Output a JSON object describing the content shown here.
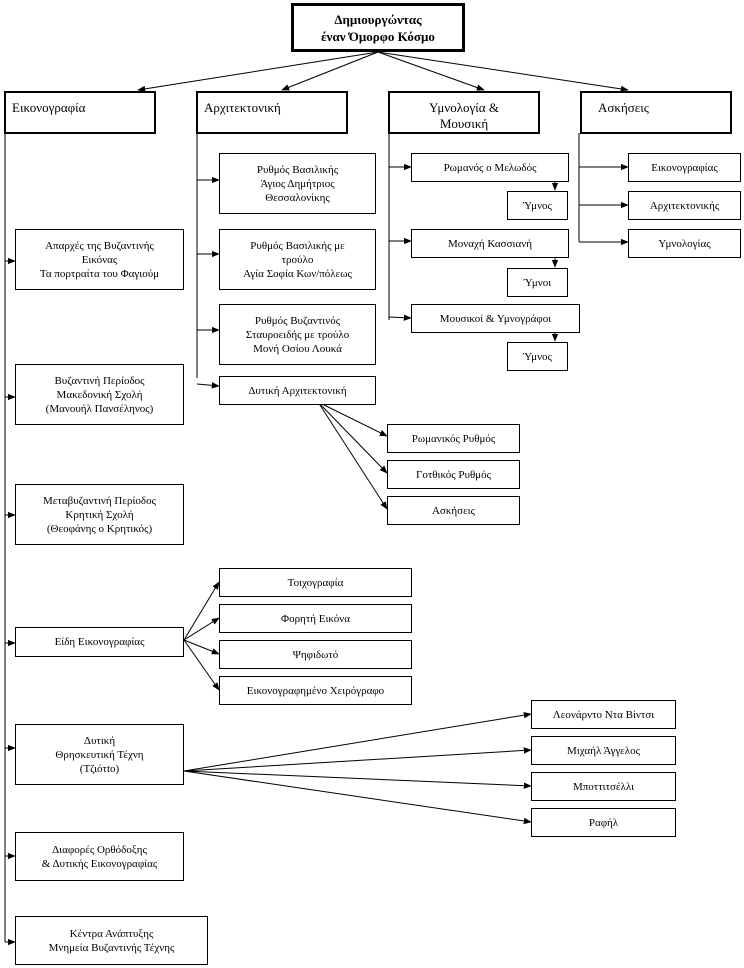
{
  "title": "Δημιουργώντας\nέναν Όμορφο Κόσμο",
  "categories": {
    "iconography": "Εικονογραφία",
    "architecture": "Αρχιτεκτονική",
    "hymnology": "Υμνολογία &\nΜουσική",
    "askiseis": "Ασκήσεις"
  },
  "iconography_items": [
    "Απαρχές της Βυζαντινής\nΕικόνας\nΤα πορτραίτα του Φαγιούμ",
    "Βυζαντινή Περίοδος\nΜακεδονική Σχολή\n(Μανουήλ Πανσέληνος)",
    "Μεταβυζαντινή Περίοδος\nΚρητική Σχολή\n(Θεοφάνης ο Κρητικός)",
    "Είδη Εικονογραφίας",
    "Δυτική\nΘρησκευτική Τέχνη\n(Τζιότto)",
    "Διαφορές Ορθόδοξης\n& Δυτικής Εικονογραφίας",
    "Κέντρα Ανάπτυξης\nΜνημεία Βυζαντινής Τέχνης"
  ],
  "icon_types": [
    "Τοιχογραφία",
    "Φορητή Εικόνα",
    "Ψηφιδωτό",
    "Εικονογραφημένο Χειρόγραφο"
  ],
  "western_artists": [
    "Λεονάρντο Ντα Βίντσι",
    "Μιχαήλ Άγγελος",
    "Μποττιτσέλλι",
    "Ραφήλ"
  ],
  "architecture_items": [
    "Ρυθμός Βασιλικής\nΆγιος Δημήτριος\nΘεσσαλονίκης",
    "Ρυθμός Βασιλικής με\nτρούλο\nΑγία Σοφία Κων/πόλεως",
    "Ρυθμός Βυζαντινός\nΣταυροειδής με τρούλο\nΜονή Οσίου Λουκά",
    "Δυτική Αρχιτεκτονική"
  ],
  "western_arch_items": [
    "Ρωμανικός Ρυθμός",
    "Γοτθικός Ρυθμός",
    "Ασκήσεις"
  ],
  "hymnology_items": [
    "Ρωμανός ο Μελωδός",
    "Μοναχή Κασσιανή",
    "Μουσικοί & Υμνογράφοι"
  ],
  "hymn_items": [
    "Ύμνος",
    "Ύμνοι",
    "Ύμνος"
  ],
  "askiseis_items": [
    "Εικονογραφίας",
    "Αρχιτεκτονικής",
    "Υμνολογίας"
  ]
}
